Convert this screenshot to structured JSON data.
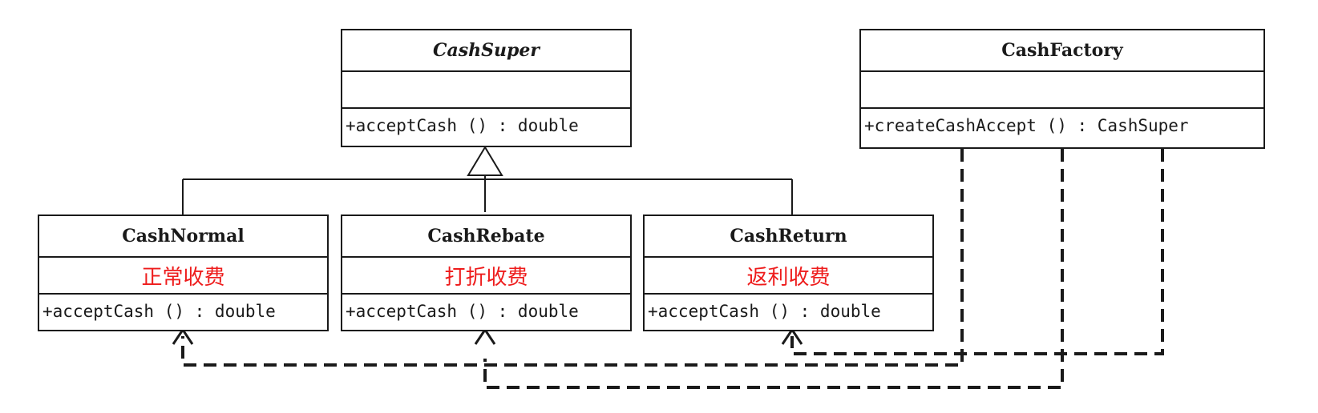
{
  "classes": {
    "cash_super": {
      "name": "CashSuper",
      "attributes": "",
      "operation": "+acceptCash () : double"
    },
    "cash_factory": {
      "name": "CashFactory",
      "attributes": "",
      "operation": "+createCashAccept () : CashSuper"
    },
    "cash_normal": {
      "name": "CashNormal",
      "attributes": "正常收费",
      "operation": "+acceptCash () : double"
    },
    "cash_rebate": {
      "name": "CashRebate",
      "attributes": "打折收费",
      "operation": "+acceptCash () : double"
    },
    "cash_return": {
      "name": "CashReturn",
      "attributes": "返利收费",
      "operation": "+acceptCash () : double"
    }
  },
  "colors": {
    "line": "#1a1a1a",
    "annotation": "#ee1c1c"
  }
}
